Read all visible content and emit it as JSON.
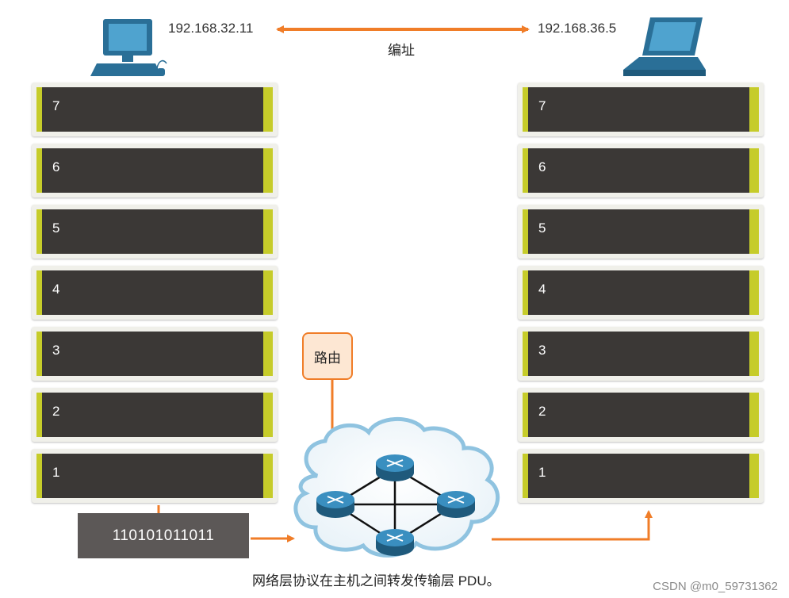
{
  "hosts": {
    "source_ip": "192.168.32.11",
    "destination_ip": "192.168.36.5",
    "addressing_label": "编址"
  },
  "layers": [
    "7",
    "6",
    "5",
    "4",
    "3",
    "2",
    "1"
  ],
  "routing_label": "路由",
  "bits_label": "110101011011",
  "caption": "网络层协议在主机之间转发传输层 PDU。",
  "watermark": "CSDN @m0_59731362",
  "colors": {
    "arrow": "#f07d28",
    "layer_bg": "#3b3836",
    "accent": "#c6cc2a",
    "device": "#2a6f97"
  }
}
